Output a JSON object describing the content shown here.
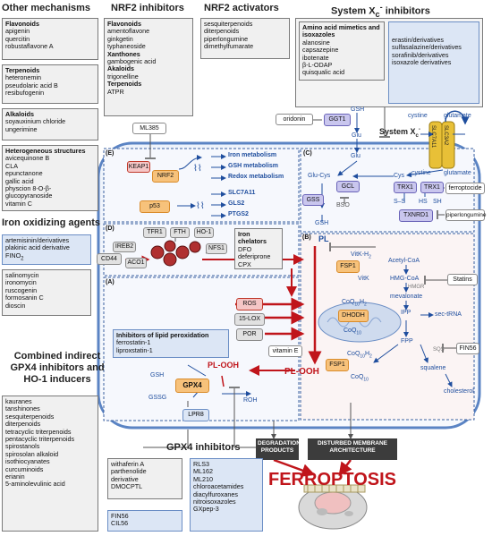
{
  "other_mechanisms": {
    "title": "Other mechanisms",
    "flavonoids": {
      "head": "Flavonoids",
      "items": [
        "apigenin",
        "quercitin",
        "robustaflavone A"
      ]
    },
    "terpenoids": {
      "head": "Terpenoids",
      "items": [
        "heteronemin",
        "pseudolaric acid B",
        "resibufogenin"
      ]
    },
    "alkaloids": {
      "head": "Alkaloids",
      "items": [
        "soyauxinium chloride",
        "ungerimine"
      ]
    },
    "heterogeneous": {
      "head": "Heterogeneous structures",
      "items": [
        "avicequinone B",
        "CLA",
        "epunctanone",
        "gallic acid",
        "physcion 8-O-β-",
        "glucopyranoside",
        "vitamin C"
      ]
    }
  },
  "nrf2_inhibitors": {
    "title": "NRF2 inhibitors",
    "flavonoids": {
      "head": "Flavonoids",
      "items": [
        "amentoflavone",
        "ginkgetin",
        "typhaneoside"
      ]
    },
    "xanthones": {
      "head": "Xanthones",
      "items": [
        "gambogenic acid"
      ]
    },
    "akaloids": {
      "head": "Akaloids",
      "items": [
        "trigonelline"
      ]
    },
    "terpenoids": {
      "head": "Terpenoids",
      "items": [
        "ATPR"
      ]
    }
  },
  "nrf2_activators": {
    "title": "NRF2 activators",
    "items": [
      "sesquiterpenoids",
      "diterpenoids",
      "piperlongumine",
      "dimethylfumarate"
    ]
  },
  "system_xc": {
    "title": "System X",
    "title_sub": "c",
    "title_sup": "-",
    "title_suffix": " inhibitors",
    "box1_head": "Amino acid mimetics and isoxazoles",
    "box1_items": [
      "alanosine",
      "capsazepine",
      "ibotenate",
      "β-L-ODAP",
      "quisqualic acid"
    ],
    "box2_items": [
      "erastin/derivatives",
      "sulfasalazine/derivatives",
      "sorafinib/derivatives",
      "isoxazole derivatives"
    ]
  },
  "iron_agents": {
    "title": "Iron oxidizing agents",
    "box1": [
      "artemisinin/derivatives",
      "plakinic acid derivative",
      "FINO"
    ],
    "box1_sub": "2",
    "box2": [
      "salinomycin",
      "ironomycin",
      "ruscogenin",
      "formosanin C",
      "dioscin"
    ]
  },
  "combined": {
    "title": "Combined indirect GPX4 inhibitors and HO-1 inducers",
    "items": [
      "kauranes",
      "tanshinones",
      "sesquiterpenoids",
      "diterpenoids",
      "tetracyclic triterpenoids",
      "pentacyclic triterpenoids",
      "spirostanols",
      "spirosolan alkaloid",
      "isothiocyanates",
      "curcuminoids",
      "erianin",
      "5-aminolevulinic acid"
    ]
  },
  "gpx4_inhibitors": {
    "title": "GPX4 inhibitors",
    "box1": [
      "withaferin A",
      "parthenolide",
      "derivative",
      "DMOCPTL"
    ],
    "box2": [
      "FIN56",
      "CIL56"
    ],
    "box3": [
      "RLS3",
      "ML162",
      "ML210",
      "chloroacetamides",
      "diacylfuroxanes",
      "nitroisoxazoles",
      "GXpep-3"
    ]
  },
  "cell": {
    "section_e": "(E)",
    "section_c": "(C)",
    "section_d": "(D)",
    "section_b": "(B)",
    "section_a": "(A)",
    "ml385": "ML385",
    "keap1": "KEAP1",
    "nrf2": "NRF2",
    "p53": "p53",
    "iron_metabolism": "Iron metabolism",
    "gsh_metabolism": "GSH metabolism",
    "redox_metabolism": "Redox metabolism",
    "slc7a11": "SLC7A11",
    "gls2": "GLS2",
    "ptgs2": "PTGS2",
    "oridonin": "oridonin",
    "ggt1": "GGT1",
    "gsh_top": "GSH",
    "glu": "Glu",
    "glu2": "Glu",
    "glu_cys": "Glu-Cys",
    "cys": "Cys",
    "gcl": "GCL",
    "bso": "BSO",
    "gss": "GSS",
    "gsh_c": "GSH",
    "trx1a": "TRX1",
    "trx1b": "TRX1",
    "s_s": "S–S",
    "hs": "HS",
    "sh": "SH",
    "ferroptocide": "ferroptocide",
    "txnrd1": "TXNRD1",
    "piperlongumine": "piperlongumine",
    "cystine_l": "cystine",
    "glutamate_l": "glutamate",
    "cystine_r": "cystine",
    "glutamate_r": "glutamate",
    "system_xc_label": "System X",
    "slc7a11_tm": "SLC7A11",
    "slc3a2_tm": "SLC3A2",
    "tfr1": "TFR1",
    "fth": "FTH",
    "ho1": "HO-1",
    "ireb2": "IREB2",
    "aco1": "ACO1",
    "nfs1": "NFS1",
    "chelators_head": "Iron chelators",
    "chelators": [
      "DFO",
      "deferiprone",
      "CPX"
    ],
    "cd44": "CD44",
    "pl": "PL",
    "vitk_h2": "VitK-H",
    "vitk": "VitK",
    "fsp1_top": "FSP1",
    "acetyl_coa": "Acetyl-CoA",
    "hmg_coa": "HMG-CoA",
    "hmgr": "HMGR",
    "statins": "Statins",
    "mevalonate": "mevalonate",
    "ipp": "IPP",
    "sec_trna": "sec-tRNA",
    "fpp": "FPP",
    "fin56": "FIN56",
    "sqs": "SQS",
    "squalene": "squalene",
    "cholesterol": "cholesterol",
    "ros": "ROS",
    "lox": "15-LOX",
    "por": "POR",
    "coq10h2_a": "CoQ",
    "dhodh": "DHODH",
    "coq10_a": "CoQ",
    "lipid_head": "Inhibitors of lipid peroxidation",
    "lipid_items": [
      "ferrostatin-1",
      "liproxstatin-1"
    ],
    "vitamin_e": "vitamin E",
    "pl_ooh": "PL-OOH",
    "pl_ooh2": "PL-OOH",
    "fsp1_b": "FSP1",
    "coq10h2_b": "CoQ",
    "coq10_b": "CoQ",
    "gsh_a": "GSH",
    "gssg": "GSSG",
    "gpx4": "GPX4",
    "roh": "ROH",
    "lpr8": "LPR8",
    "degradation": "DEGRADATION PRODUCTS",
    "disturbed": "DISTURBED MEMBRANE ARCHITECTURE",
    "ferroptosis": "FERROPTOSIS"
  },
  "colors": {
    "accent_blue": "#1f4e9e",
    "red": "#c0151b",
    "orange": "#f7c27b",
    "purple": "#c9c6ee"
  }
}
